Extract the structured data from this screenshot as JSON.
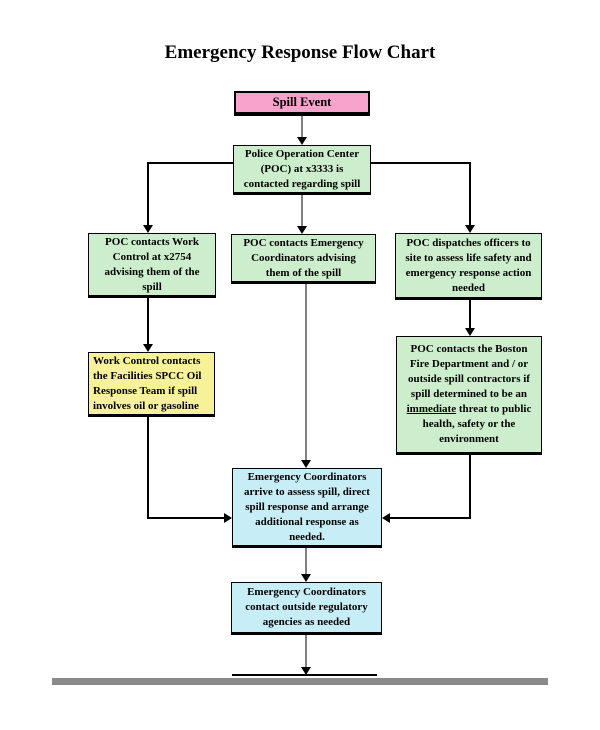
{
  "title": "Emergency Response Flow Chart",
  "palette": {
    "node_pink": "#F8A3CB",
    "node_green": "#CCEECC",
    "node_yellow": "#F7F299",
    "node_blue": "#C7EDF6",
    "border_black": "#000000",
    "connector_gray": "#808080",
    "connector_black": "#000000",
    "footer_bar_gray": "#8A8A8A"
  },
  "nodes": {
    "spill_event": {
      "label": "Spill Event"
    },
    "poc_center": {
      "label": "Police Operation Center\n(POC) at x3333 is\ncontacted regarding spill"
    },
    "work_control": {
      "label": "POC contacts Work\nControl at x2754\nadvising them of the\nspill"
    },
    "coordinators": {
      "label": "POC contacts Emergency\nCoordinators advising\nthem of the spill"
    },
    "dispatch": {
      "label": "POC dispatches officers to\nsite to assess life safety and\nemergency response action\nneeded"
    },
    "spcc_team": {
      "label": "Work Control contacts\nthe Facilities SPCC Oil\nResponse Team if spill\ninvolves oil or gasoline"
    },
    "fire_dept": {
      "label_before": "POC contacts the Boston\nFire Department and / or\noutside spill contractors if\nspill determined to be an\n",
      "label_underlined": "immediate",
      "label_after": " threat to public\nhealth, safety or the\nenvironment"
    },
    "assess": {
      "label": "Emergency Coordinators\narrive to assess spill, direct\nspill response and arrange\nadditional response as\nneeded."
    },
    "regulatory": {
      "label": "Emergency Coordinators\ncontact outside regulatory\nagencies as needed"
    }
  }
}
